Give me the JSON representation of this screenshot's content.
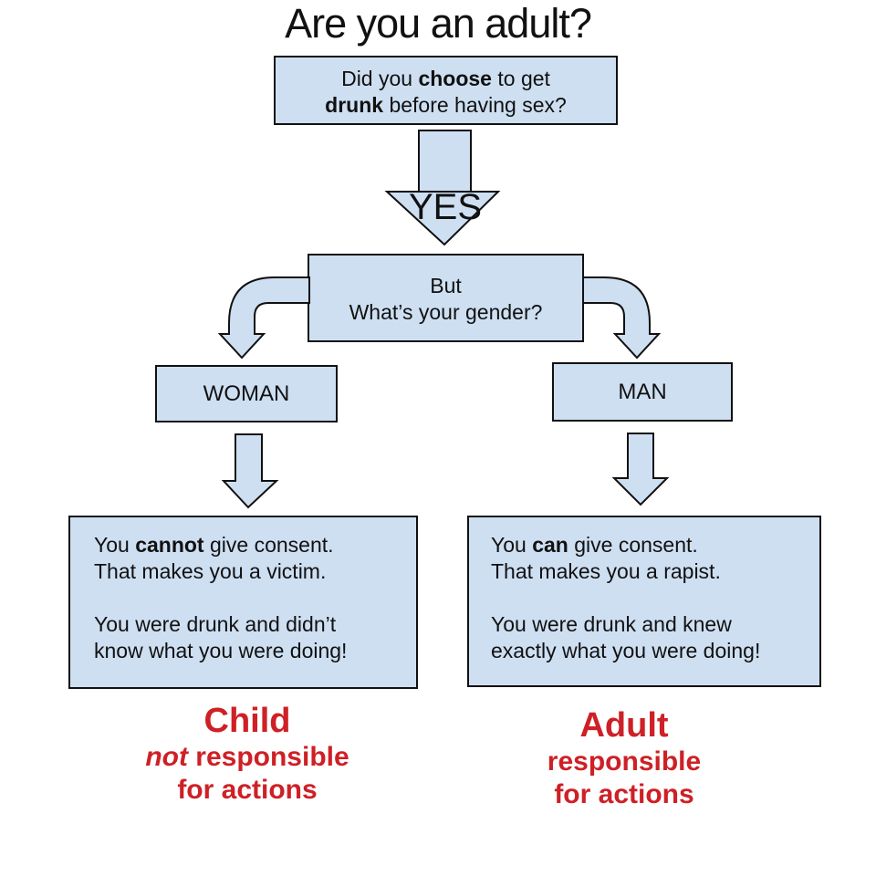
{
  "title": "Are you an adult?",
  "question_box": {
    "line1": [
      "Did you ",
      "choose",
      " to get"
    ],
    "line2": [
      "drunk",
      " before having sex?"
    ]
  },
  "yes_label": "YES",
  "gender_box": {
    "line1": "But",
    "line2": "What’s your gender?"
  },
  "woman_label": "WOMAN",
  "man_label": "MAN",
  "woman_result_box": {
    "line1": [
      "You ",
      "cannot",
      " give consent."
    ],
    "line2": "That makes you a victim.",
    "line3": "You were drunk and didn’t",
    "line4": "know what you were doing!"
  },
  "man_result_box": {
    "line1": [
      "You ",
      "can",
      " give consent."
    ],
    "line2": "That makes you a rapist.",
    "line3": "You were drunk and knew",
    "line4": "exactly what you were doing!"
  },
  "woman_outcome": {
    "title": "Child",
    "line2_italic": "not",
    "line2_rest": " responsible",
    "line3": "for actions"
  },
  "man_outcome": {
    "title": "Adult",
    "line2": "responsible",
    "line3": "for actions"
  },
  "colors": {
    "box_fill": "#CEDFF2",
    "box_border": "#111111",
    "red_text": "#CE2026",
    "ink": "#111111"
  }
}
